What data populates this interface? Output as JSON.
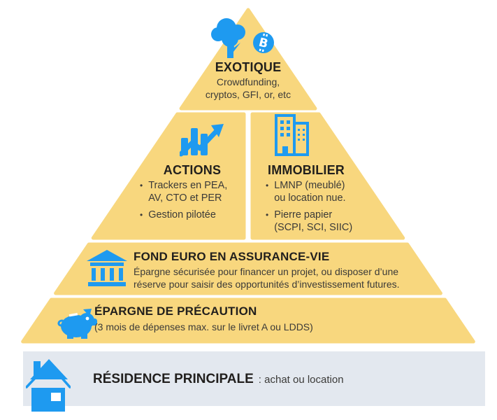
{
  "colors": {
    "background": "#ffffff",
    "tier_fill": "#F8D77E",
    "base_fill": "#E3E8EF",
    "icon_blue": "#1E9AF0",
    "icon_white": "#ffffff",
    "heading_text": "#211F1D",
    "body_text": "#3B3A38"
  },
  "ui": {
    "bullet": "•"
  },
  "tiers": {
    "exotique": {
      "title": "EXOTIQUE",
      "subtitle_lines": [
        "Crowdfunding,",
        "cryptos, GFI, or, etc"
      ],
      "bitcoin_letter": "B"
    },
    "actions": {
      "title": "ACTIONS",
      "items": [
        [
          "Trackers en PEA,",
          "AV, CTO et PER"
        ],
        [
          "Gestion pilotée"
        ]
      ]
    },
    "immobilier": {
      "title": "IMMOBILIER",
      "items": [
        [
          "LMNP (meublé)",
          "ou location nue."
        ],
        [
          "Pierre papier",
          "(SCPI, SCI, SIIC)"
        ]
      ]
    },
    "fond_euro": {
      "title": "FOND EURO EN ASSURANCE-VIE",
      "lines": [
        "Épargne sécurisée pour financer un projet, ou disposer d’une",
        "réserve pour saisir des opportunités d’investissement futures."
      ]
    },
    "epargne": {
      "title": "ÉPARGNE DE PRÉCAUTION",
      "subtitle": "(3 mois de dépenses max. sur le livret A ou LDDS)"
    },
    "residence": {
      "title": "RÉSIDENCE PRINCIPALE",
      "suffix": ": achat ou location"
    }
  }
}
